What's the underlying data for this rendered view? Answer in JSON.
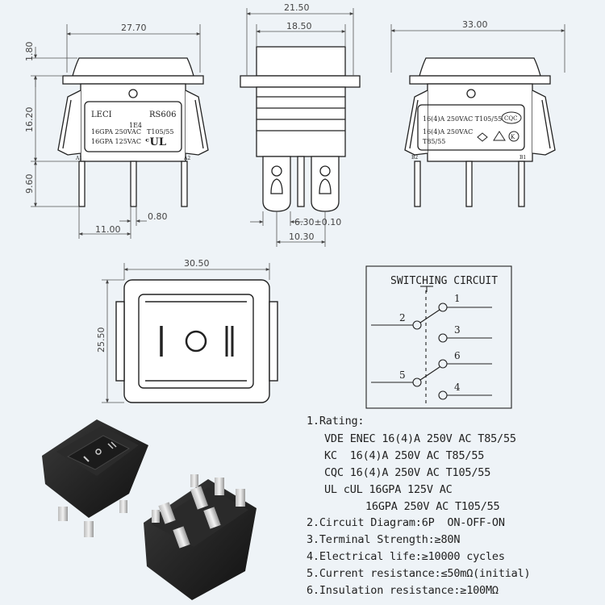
{
  "dimensions": {
    "front_width": "27.70",
    "top_lip": "1.80",
    "body_height": "16.20",
    "terminal_length": "9.60",
    "terminal_thickness": "0.80",
    "terminal_spacing": "11.00",
    "side_width_outer": "21.50",
    "side_width_inner": "18.50",
    "terminal_width": "6.30±0.10",
    "terminal_pitch": "10.30",
    "back_width": "33.00",
    "bezel_width": "30.50",
    "bezel_height": "25.50"
  },
  "front_label": {
    "brand": "LECI",
    "model": "RS606",
    "code": "1E4",
    "line1": "16GPA 250VAC",
    "line1b": "T105/55",
    "line2": "16GPA 125VAC",
    "terminal_a1": "A1",
    "terminal_a2": "A2"
  },
  "back_label": {
    "line1": "16(4)A  250VAC T105/55",
    "line2": "16(4)A 250VAC",
    "line3": "T85/55",
    "terminal_b2": "B2",
    "terminal_b1": "B1"
  },
  "switching_circuit": {
    "title": "SWITCHING CIRCUIT",
    "pins": [
      "1",
      "2",
      "3",
      "6",
      "5",
      "4"
    ]
  },
  "specs": {
    "rating_title": "1.Rating:",
    "vde": "VDE ENEC 16(4)A 250V AC T85/55",
    "kc": "KC  16(4)A 250V AC T85/55",
    "cqc": "CQC 16(4)A 250V AC T105/55",
    "ul": "UL cUL 16GPA 125V AC",
    "ul2": "16GPA 250V AC T105/55",
    "circuit": "2.Circuit Diagram:6P  ON-OFF-ON",
    "strength": "3.Terminal Strength:≥80N",
    "life": "4.Electrical life:≥10000 cycles",
    "current": "5.Current resistance:≤50mΩ(initial)",
    "insulation": "6.Insulation resistance:≥100MΩ"
  }
}
